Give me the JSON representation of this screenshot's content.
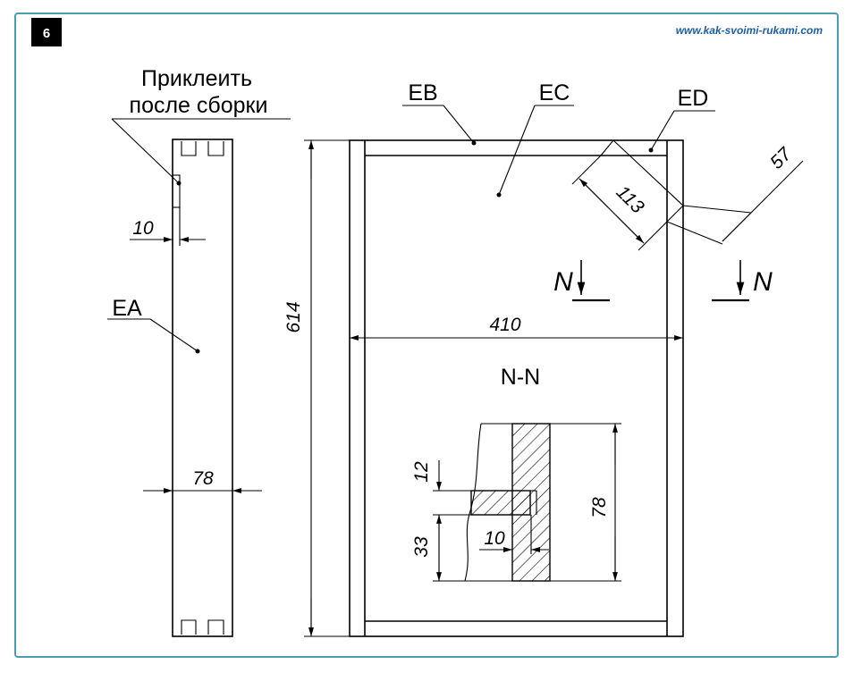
{
  "badge": "6",
  "watermark": "www.kak-svoimi-rukami.com",
  "colors": {
    "frame": "#4a9cb3",
    "badge_bg": "#000000",
    "watermark": "#1d5fa6",
    "ink": "#000000"
  },
  "left_part": {
    "note_line1": "Приклеить",
    "note_line2": "после сборки",
    "dim_top": "10",
    "label": "EA",
    "dim_width": "78"
  },
  "right_part": {
    "label_top": "EB",
    "label_panel": "EC",
    "label_corner": "ED",
    "dim_diag_short": "57",
    "dim_diag_long": "113",
    "dim_height": "614",
    "dim_width": "410",
    "section_mark_left": "N",
    "section_mark_right": "N"
  },
  "section": {
    "title": "N-N",
    "dim_12": "12",
    "dim_33": "33",
    "dim_10": "10",
    "dim_78": "78"
  }
}
